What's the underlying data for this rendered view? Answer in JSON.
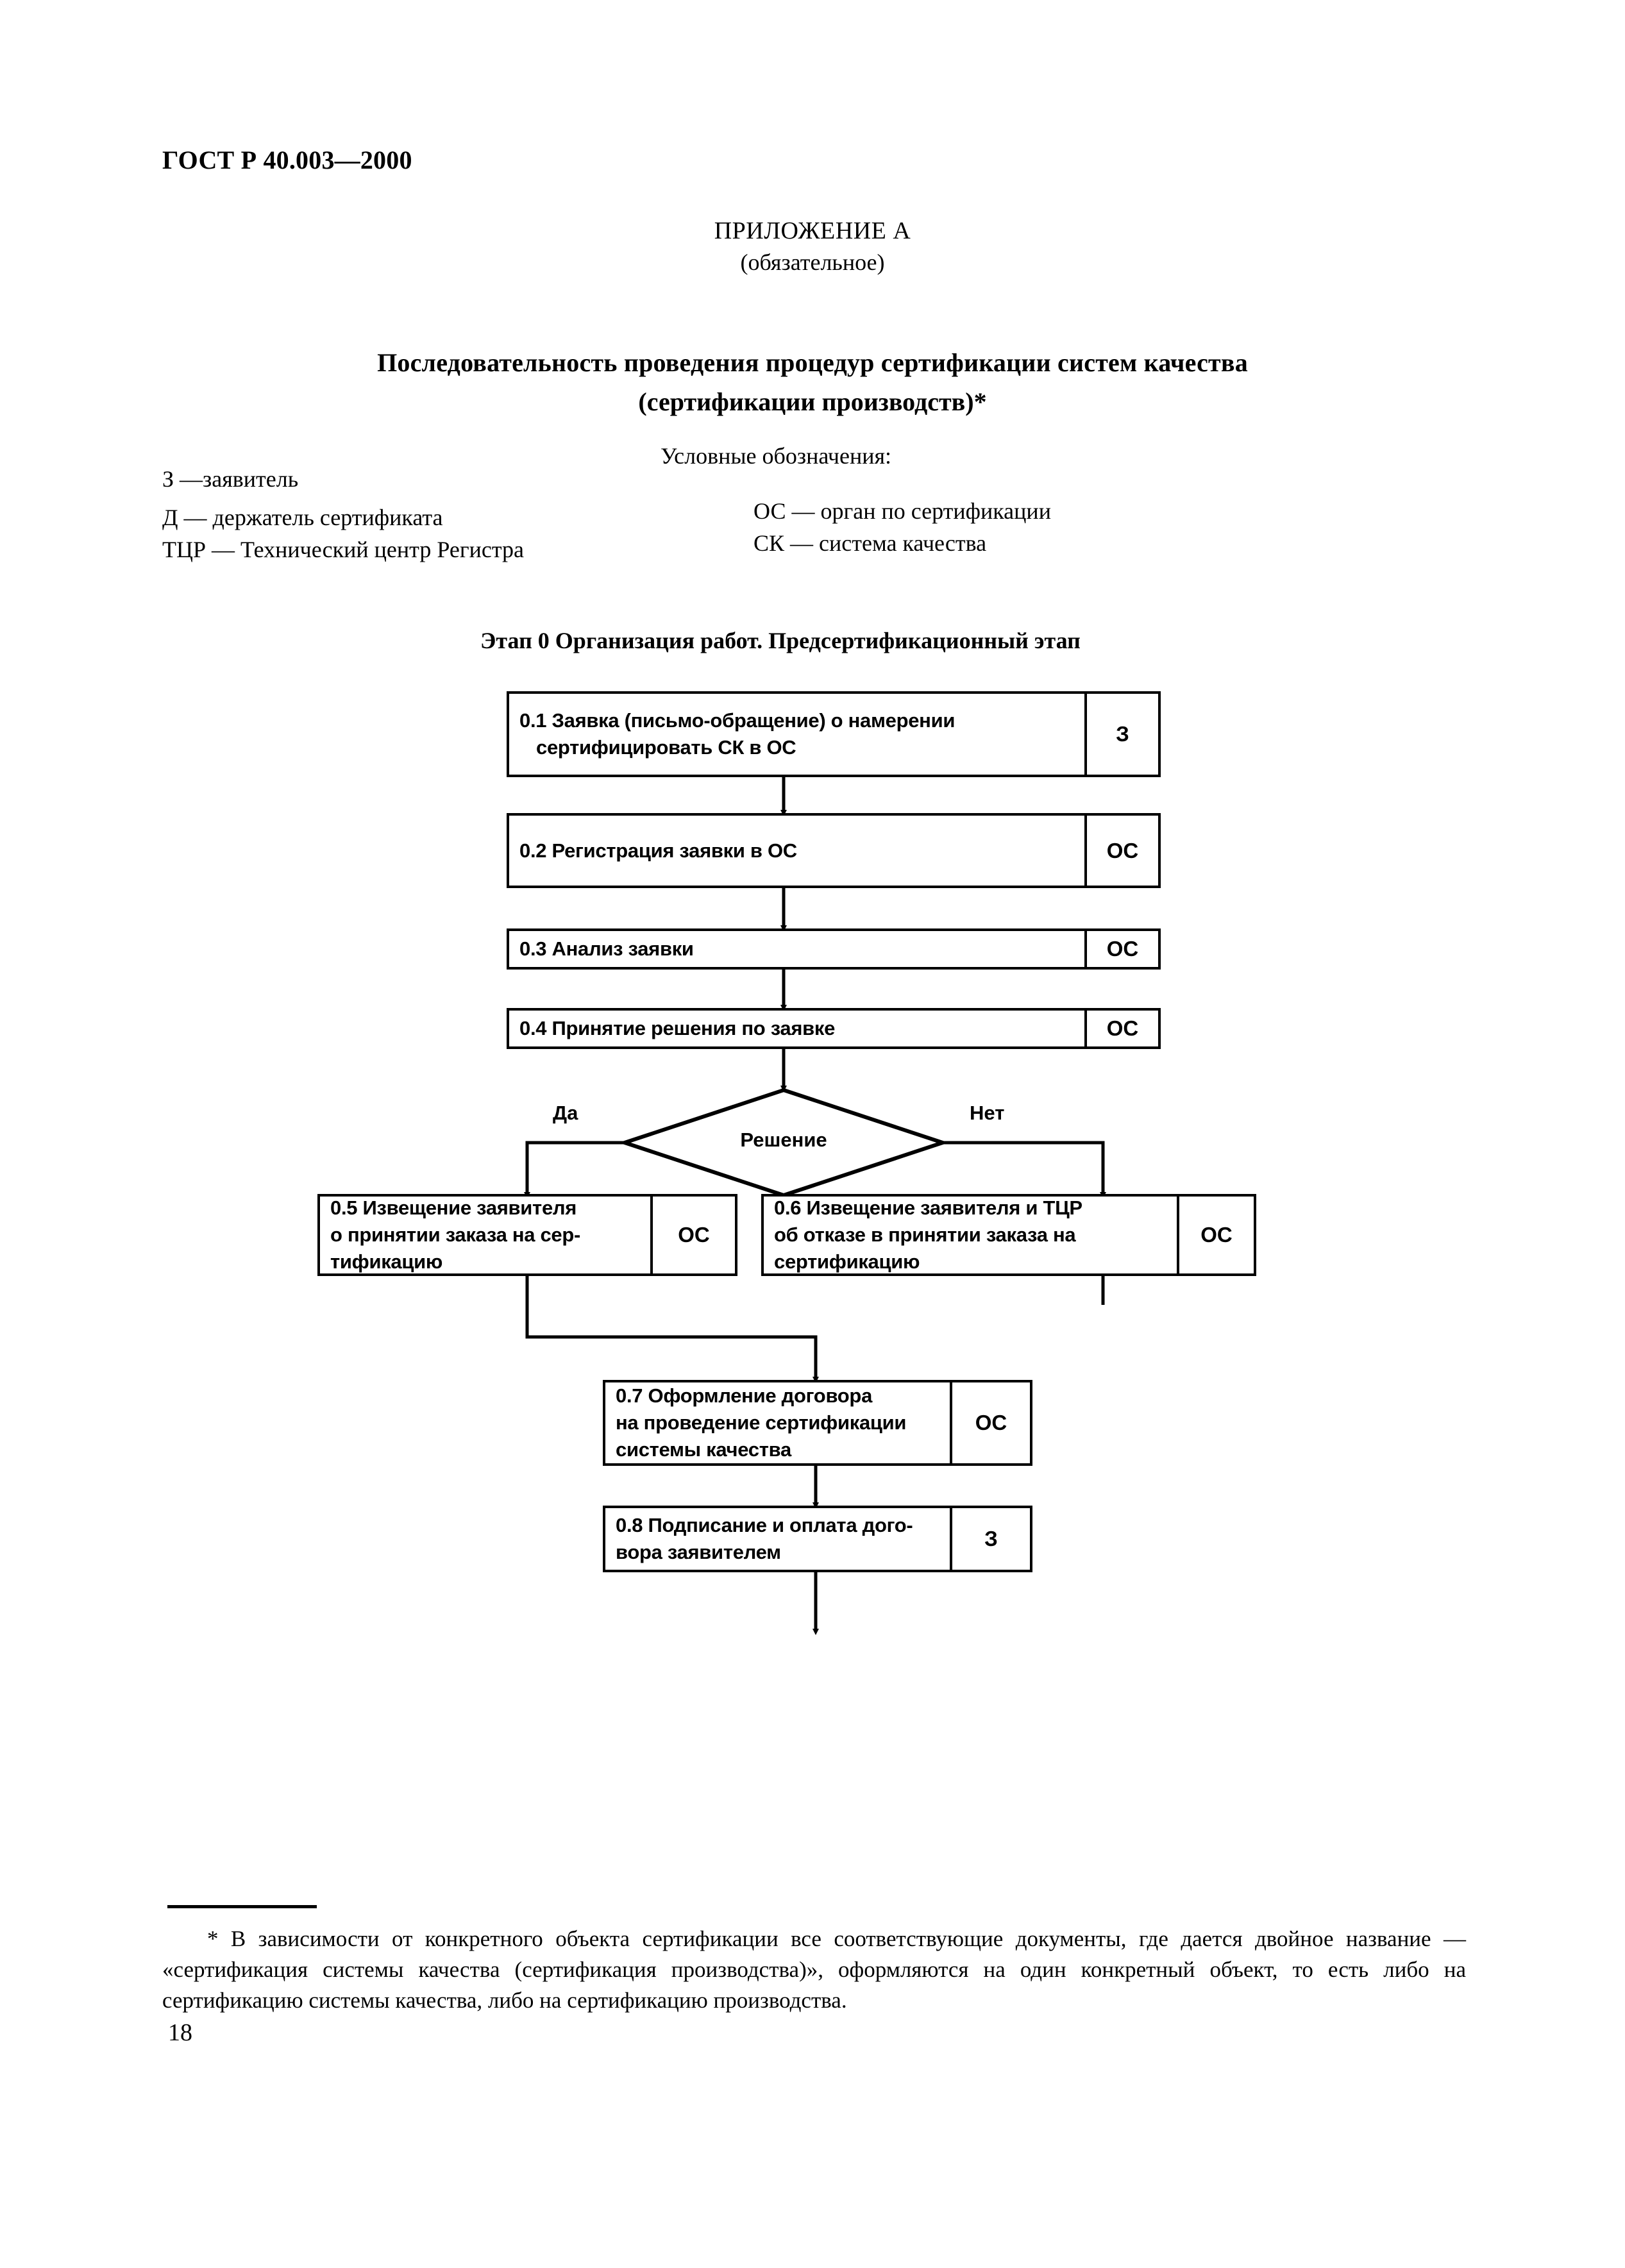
{
  "document": {
    "standard_number": "ГОСТ Р 40.003—2000",
    "page_number": "18"
  },
  "appendix": {
    "title": "ПРИЛОЖЕНИЕ А",
    "subtitle": "(обязательное)"
  },
  "main_title": {
    "line1": "Последовательность проведения процедур сертификации систем качества",
    "line2": "(сертификации производств)*"
  },
  "legend": {
    "caption": "Условные обозначения:",
    "left": [
      "З —заявитель",
      "Д — держатель сертификата",
      "ТЦР — Технический центр Регистра"
    ],
    "right": [
      "ОС — орган по сертификации",
      "СК — система качества"
    ]
  },
  "stage": {
    "heading": "Этап 0  Организация работ. Предсертификационный этап"
  },
  "flowchart": {
    "boxes": [
      {
        "id": "0.1",
        "text_line1": "0.1 Заявка (письмо-обращение) о намерении",
        "text_line2": "сертифицировать СК в ОС",
        "role": "З"
      },
      {
        "id": "0.2",
        "text_line1": "0.2 Регистрация заявки в ОС",
        "role": "ОС"
      },
      {
        "id": "0.3",
        "text_line1": "0.3 Анализ заявки",
        "role": "ОС"
      },
      {
        "id": "0.4",
        "text_line1": "0.4 Принятие решения по заявке",
        "role": "ОС"
      },
      {
        "id": "0.5",
        "text_line1": "0.5 Извещение заявителя",
        "text_line2": "о принятии заказа на сер-",
        "text_line3": "тификацию",
        "role": "ОС"
      },
      {
        "id": "0.6",
        "text_line1": "0.6 Извещение заявителя и ТЦР",
        "text_line2": "об отказе в принятии заказа на",
        "text_line3": "сертификацию",
        "role": "ОС"
      },
      {
        "id": "0.7",
        "text_line1": "0.7 Оформление договора",
        "text_line2": "на проведение сертификации",
        "text_line3": "системы качества",
        "role": "ОС"
      },
      {
        "id": "0.8",
        "text_line1": "0.8 Подписание и оплата дого-",
        "text_line2": "вора заявителем",
        "role": "З"
      }
    ],
    "decision": {
      "label": "Решение",
      "branch_yes": "Да",
      "branch_no": "Нет"
    }
  },
  "footnote": {
    "text": "* В зависимости от конкретного объекта сертификации все соответствующие документы, где дается двойное название — «сертификация системы качества (сертификация производства)», оформляются на один конкретный объект, то есть либо на сертификацию системы качества, либо на сертификацию производства."
  },
  "colors": {
    "ink": "#000000",
    "paper": "#ffffff"
  }
}
